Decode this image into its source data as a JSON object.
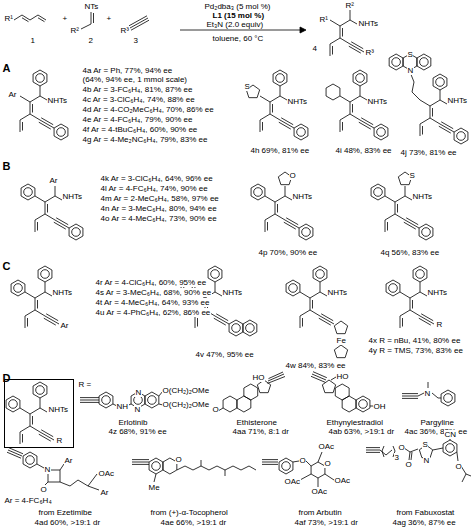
{
  "diagram": {
    "nodes": [
      {
        "text": [
          "NHTs",
          "R"
        ]
      }
    ],
    "labels": [
      "R¹",
      "1",
      "+",
      "NTs",
      "R²",
      "2",
      "+",
      "R³",
      "3",
      "Pd₂dba₃ (5 mol %)",
      "L1 (15 mol %)",
      "Et₃N (2.0 equiv)",
      "toluene, 60 °C",
      "R²",
      "NHTs",
      "R¹",
      "R³",
      "4",
      "A",
      "Ar",
      "NHTs",
      "4a Ar = Ph, 77%, 94% ee",
      "(64%, 94% ee, 1 mmol scale)",
      "4b Ar = 3-FC₆H₄, 81%, 87% ee",
      "4c Ar = 3-ClC₆H₄, 74%, 88% ee",
      "4d Ar = 4-CO₂MeC₆H₄, 70%, 86% ee",
      "4e Ar = 4-FC₆H₄, 79%, 90% ee",
      "4f Ar = 4-tBuC₆H₄, 60%, 90% ee",
      "4g Ar = 4-Me₂NC₆H₄, 79%, 83% ee",
      "S",
      "NHTs",
      "4h 69%, 81% ee",
      "NHTs",
      "4i 48%, 83% ee",
      "S",
      "N",
      "NHTs",
      "4j 73%, 81% ee",
      "B",
      "Ar",
      "NHTs",
      "4k Ar = 3-ClC₆H₄, 64%, 96% ee",
      "4l Ar = 4-FC₆H₄, 74%, 90% ee",
      "4m Ar = 2-MeC₆H₄, 58%, 97% ee",
      "4n Ar = 3-MeC₆H₄, 80%, 94% ee",
      "4o Ar = 4-MeC₆H₄, 73%, 90% ee",
      "O",
      "NHTs",
      "4p 70%, 90% ee",
      "S",
      "NHTs",
      "4q 56%, 83% ee",
      "C",
      "NHTs",
      "Ar",
      "4r Ar = 4-ClC₆H₄, 60%, 95% ee",
      "4s Ar = 3-MeC₆H₄, 68%, 90% ee",
      "4t Ar = 4-MeC₆H₄, 64%, 93% ee",
      "4u Ar = 4-PhC₆H₄, 62%, 86% ee",
      "NHTs",
      "4v 47%, 95% ee",
      "NHTs",
      "Fe",
      "4w 84%, 83% ee",
      "NHTs",
      "R",
      "4x R = nBu, 41%, 80% ee",
      "4y R = TMS, 73%, 83% ee",
      "D",
      "R =",
      "NH",
      "N",
      "N",
      "O(CH₂)₂OMe",
      "O(CH₂)₂OMe",
      "Erlotinib",
      "4z 68%, 91% ee",
      "HO",
      "O",
      "Ethisterone",
      "4aa 71%, 8:1 dr",
      "HO",
      "OH",
      "Ethynylestradiol",
      "4ab 63%, >19:1 dr",
      "N",
      "Pargyline",
      "4ac 36%, 82% ee",
      "N",
      "O",
      "Ar",
      "OAc",
      "Ar",
      "Ar = 4-FC₆H₄",
      "from Ezetimibe",
      "4ad 60%, >19:1 dr",
      "O",
      "Me",
      "from (+)-α-Tocopherol",
      "4ae 66%, >19:1 dr",
      "O",
      "O",
      "OAc",
      "OAc",
      "OAc",
      "OAc",
      "from Arbutin",
      "4af 73%, >19:1 dr",
      "3",
      "O",
      "O",
      "S",
      "N",
      "CN",
      "O",
      "from Fabuxostat",
      "4ag 36%, 87% ee"
    ]
  }
}
